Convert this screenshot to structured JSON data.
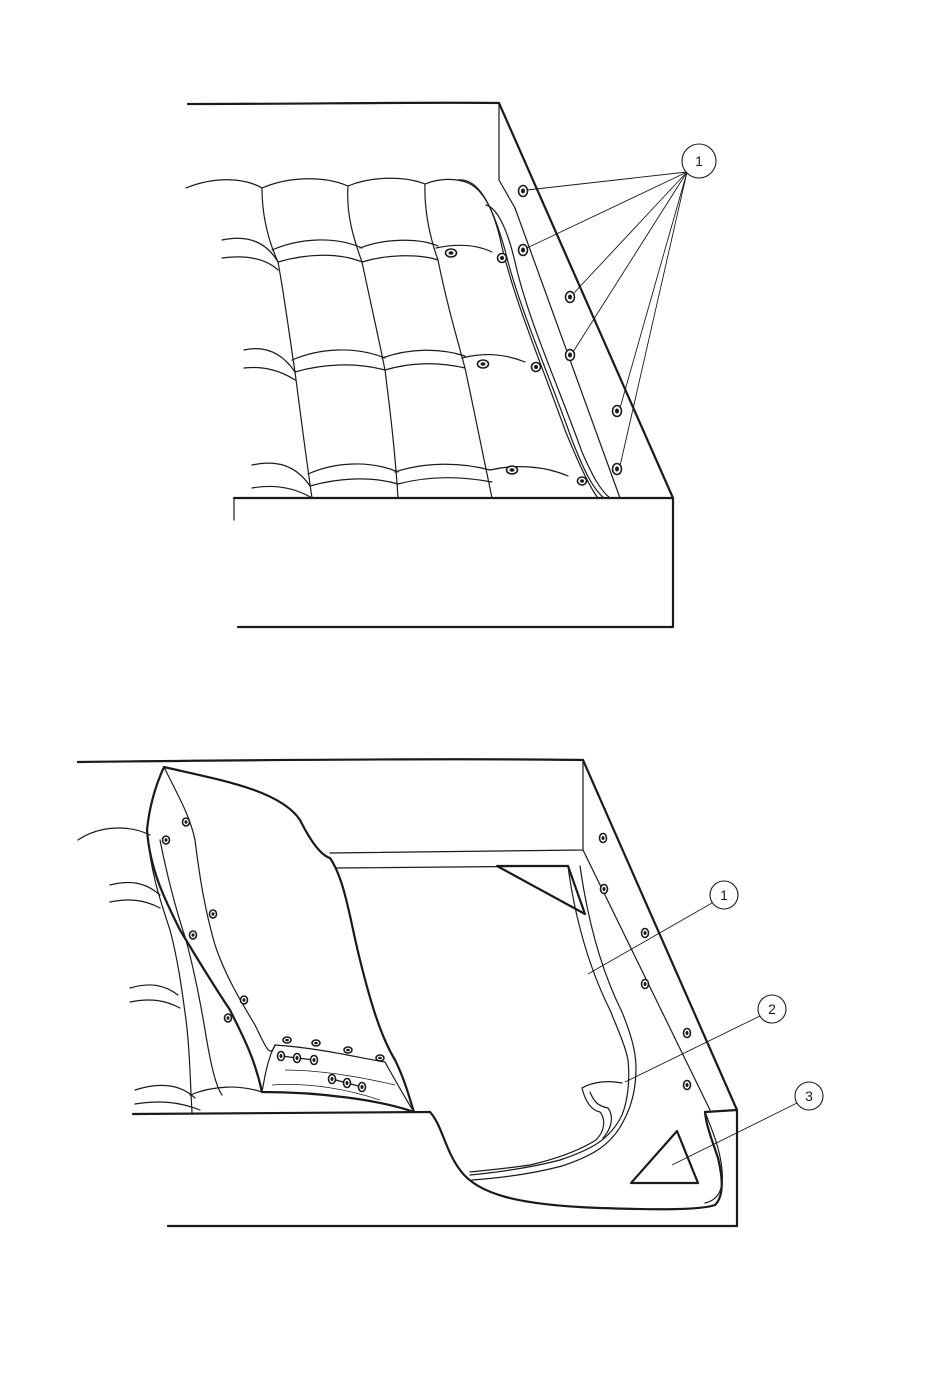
{
  "figure_top": {
    "callouts": [
      {
        "label": "1"
      }
    ]
  },
  "figure_bottom": {
    "callouts": [
      {
        "label": "1"
      },
      {
        "label": "2"
      },
      {
        "label": "3"
      }
    ]
  },
  "colors": {
    "line": "#1a1a1a",
    "background": "#ffffff"
  }
}
